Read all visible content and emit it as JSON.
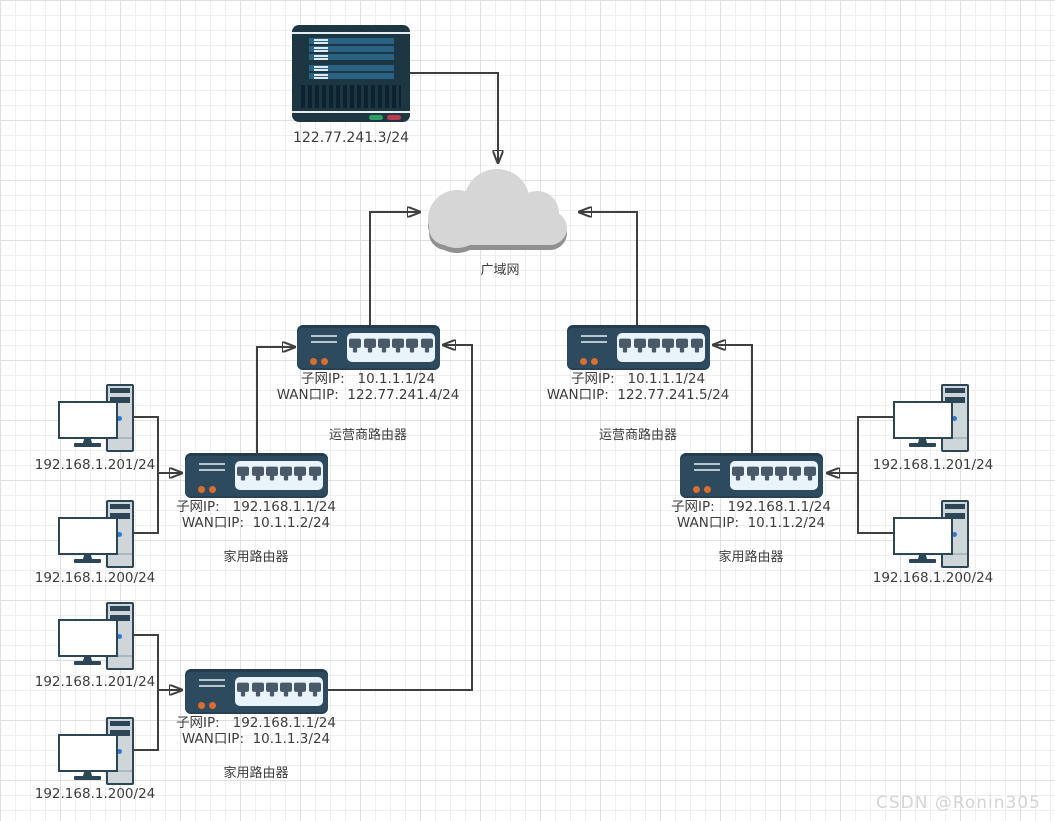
{
  "cloud": {
    "label": "广域网"
  },
  "server": {
    "label": "122.77.241.3/24"
  },
  "routers": [
    {
      "subnet_ip": "子网IP:   10.1.1.1/24",
      "wan_ip": "WAN口IP:  122.77.241.4/24",
      "type_label": "运营商路由器"
    },
    {
      "subnet_ip": "子网IP:   10.1.1.1/24",
      "wan_ip": "WAN口IP:  122.77.241.5/24",
      "type_label": "运营商路由器"
    },
    {
      "subnet_ip": "子网IP:   192.168.1.1/24",
      "wan_ip": "WAN口IP:  10.1.1.2/24",
      "type_label": "家用路由器"
    },
    {
      "subnet_ip": "子网IP:   192.168.1.1/24",
      "wan_ip": "WAN口IP:  10.1.1.2/24",
      "type_label": "家用路由器"
    },
    {
      "subnet_ip": "子网IP:   192.168.1.1/24",
      "wan_ip": "WAN口IP:  10.1.1.3/24",
      "type_label": "家用路由器"
    }
  ],
  "pcs": [
    {
      "ip": "192.168.1.201/24"
    },
    {
      "ip": "192.168.1.200/24"
    },
    {
      "ip": "192.168.1.201/24"
    },
    {
      "ip": "192.168.1.200/24"
    },
    {
      "ip": "192.168.1.201/24"
    },
    {
      "ip": "192.168.1.200/24"
    }
  ],
  "watermark": "CSDN @Ronin305",
  "colors": {
    "router_body": "#2d4a5e",
    "router_panel": "#e8f4fa",
    "port": "#4a5968",
    "indicator_orange": "#d96f2e",
    "server_body": "#1c3642",
    "server_bar": "#2a6283",
    "led_green": "#2e9e62",
    "led_red": "#bf3a50",
    "cloud_fill": "#d6d6d6",
    "cloud_shadow": "#8f9091",
    "wire": "#3f3f3f",
    "text": "#3d3d3d"
  }
}
